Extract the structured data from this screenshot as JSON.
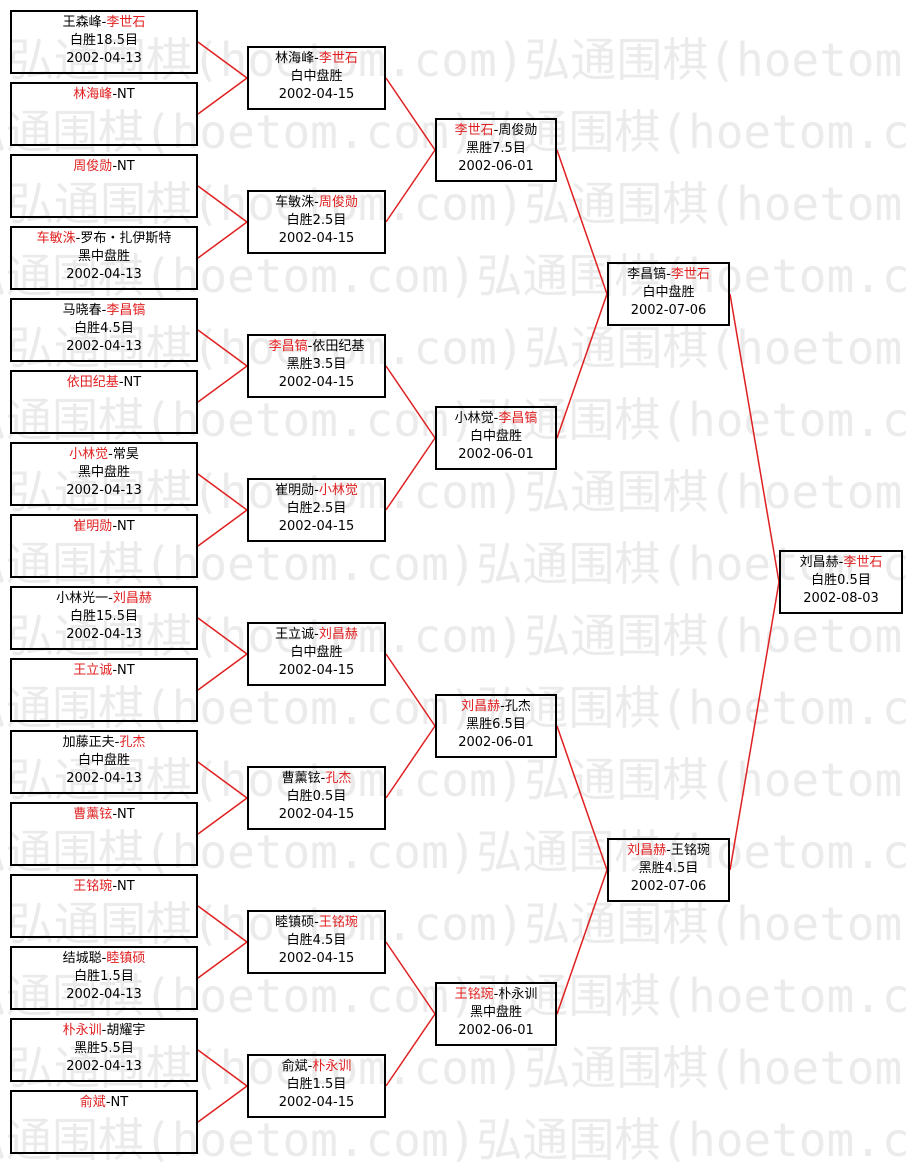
{
  "watermark": "弘通围棋(hoetom.com)",
  "colors": {
    "winner": "#e02020",
    "line": "#e02020",
    "border": "#000000",
    "text": "#000000"
  },
  "matches": [
    {
      "id": "r1m1",
      "p1": "王森峰",
      "p2": "李世石",
      "winner": 2,
      "result": "白胜18.5目",
      "date": "2002-04-13"
    },
    {
      "id": "r1m2",
      "p1": "林海峰",
      "p2": "NT",
      "winner": 1,
      "result": "",
      "date": ""
    },
    {
      "id": "r1m3",
      "p1": "周俊勋",
      "p2": "NT",
      "winner": 1,
      "result": "",
      "date": ""
    },
    {
      "id": "r1m4",
      "p1": "车敏洙",
      "p2": "罗布・扎伊斯特",
      "winner": 1,
      "result": "黑中盘胜",
      "date": "2002-04-13"
    },
    {
      "id": "r1m5",
      "p1": "马晓春",
      "p2": "李昌镐",
      "winner": 2,
      "result": "白胜4.5目",
      "date": "2002-04-13"
    },
    {
      "id": "r1m6",
      "p1": "依田纪基",
      "p2": "NT",
      "winner": 1,
      "result": "",
      "date": ""
    },
    {
      "id": "r1m7",
      "p1": "小林觉",
      "p2": "常昊",
      "winner": 1,
      "result": "黑中盘胜",
      "date": "2002-04-13"
    },
    {
      "id": "r1m8",
      "p1": "崔明勋",
      "p2": "NT",
      "winner": 1,
      "result": "",
      "date": ""
    },
    {
      "id": "r1m9",
      "p1": "小林光一",
      "p2": "刘昌赫",
      "winner": 2,
      "result": "白胜15.5目",
      "date": "2002-04-13"
    },
    {
      "id": "r1m10",
      "p1": "王立诚",
      "p2": "NT",
      "winner": 1,
      "result": "",
      "date": ""
    },
    {
      "id": "r1m11",
      "p1": "加藤正夫",
      "p2": "孔杰",
      "winner": 2,
      "result": "白中盘胜",
      "date": "2002-04-13"
    },
    {
      "id": "r1m12",
      "p1": "曹薰铉",
      "p2": "NT",
      "winner": 1,
      "result": "",
      "date": ""
    },
    {
      "id": "r1m13",
      "p1": "王铭琬",
      "p2": "NT",
      "winner": 1,
      "result": "",
      "date": ""
    },
    {
      "id": "r1m14",
      "p1": "结城聪",
      "p2": "睦镇硕",
      "winner": 2,
      "result": "白胜1.5目",
      "date": "2002-04-13"
    },
    {
      "id": "r1m15",
      "p1": "朴永训",
      "p2": "胡耀宇",
      "winner": 1,
      "result": "黑胜5.5目",
      "date": "2002-04-13"
    },
    {
      "id": "r1m16",
      "p1": "俞斌",
      "p2": "NT",
      "winner": 1,
      "result": "",
      "date": ""
    },
    {
      "id": "r2m1",
      "p1": "林海峰",
      "p2": "李世石",
      "winner": 2,
      "result": "白中盘胜",
      "date": "2002-04-15"
    },
    {
      "id": "r2m2",
      "p1": "车敏洙",
      "p2": "周俊勋",
      "winner": 2,
      "result": "白胜2.5目",
      "date": "2002-04-15"
    },
    {
      "id": "r2m3",
      "p1": "李昌镐",
      "p2": "依田纪基",
      "winner": 1,
      "result": "黑胜3.5目",
      "date": "2002-04-15"
    },
    {
      "id": "r2m4",
      "p1": "崔明勋",
      "p2": "小林觉",
      "winner": 2,
      "result": "白胜2.5目",
      "date": "2002-04-15"
    },
    {
      "id": "r2m5",
      "p1": "王立诚",
      "p2": "刘昌赫",
      "winner": 2,
      "result": "白中盘胜",
      "date": "2002-04-15"
    },
    {
      "id": "r2m6",
      "p1": "曹薰铉",
      "p2": "孔杰",
      "winner": 2,
      "result": "白胜0.5目",
      "date": "2002-04-15"
    },
    {
      "id": "r2m7",
      "p1": "睦镇硕",
      "p2": "王铭琬",
      "winner": 2,
      "result": "白胜4.5目",
      "date": "2002-04-15"
    },
    {
      "id": "r2m8",
      "p1": "俞斌",
      "p2": "朴永训",
      "winner": 2,
      "result": "白胜1.5目",
      "date": "2002-04-15"
    },
    {
      "id": "r3m1",
      "p1": "李世石",
      "p2": "周俊勋",
      "winner": 1,
      "result": "黑胜7.5目",
      "date": "2002-06-01"
    },
    {
      "id": "r3m2",
      "p1": "小林觉",
      "p2": "李昌镐",
      "winner": 2,
      "result": "白中盘胜",
      "date": "2002-06-01"
    },
    {
      "id": "r3m3",
      "p1": "刘昌赫",
      "p2": "孔杰",
      "winner": 1,
      "result": "黑胜6.5目",
      "date": "2002-06-01"
    },
    {
      "id": "r3m4",
      "p1": "王铭琬",
      "p2": "朴永训",
      "winner": 1,
      "result": "黑中盘胜",
      "date": "2002-06-01"
    },
    {
      "id": "r4m1",
      "p1": "李昌镐",
      "p2": "李世石",
      "winner": 2,
      "result": "白中盘胜",
      "date": "2002-07-06"
    },
    {
      "id": "r4m2",
      "p1": "刘昌赫",
      "p2": "王铭琬",
      "winner": 1,
      "result": "黑胜4.5目",
      "date": "2002-07-06"
    },
    {
      "id": "r5m1",
      "p1": "刘昌赫",
      "p2": "李世石",
      "winner": 2,
      "result": "白胜0.5目",
      "date": "2002-08-03"
    }
  ]
}
